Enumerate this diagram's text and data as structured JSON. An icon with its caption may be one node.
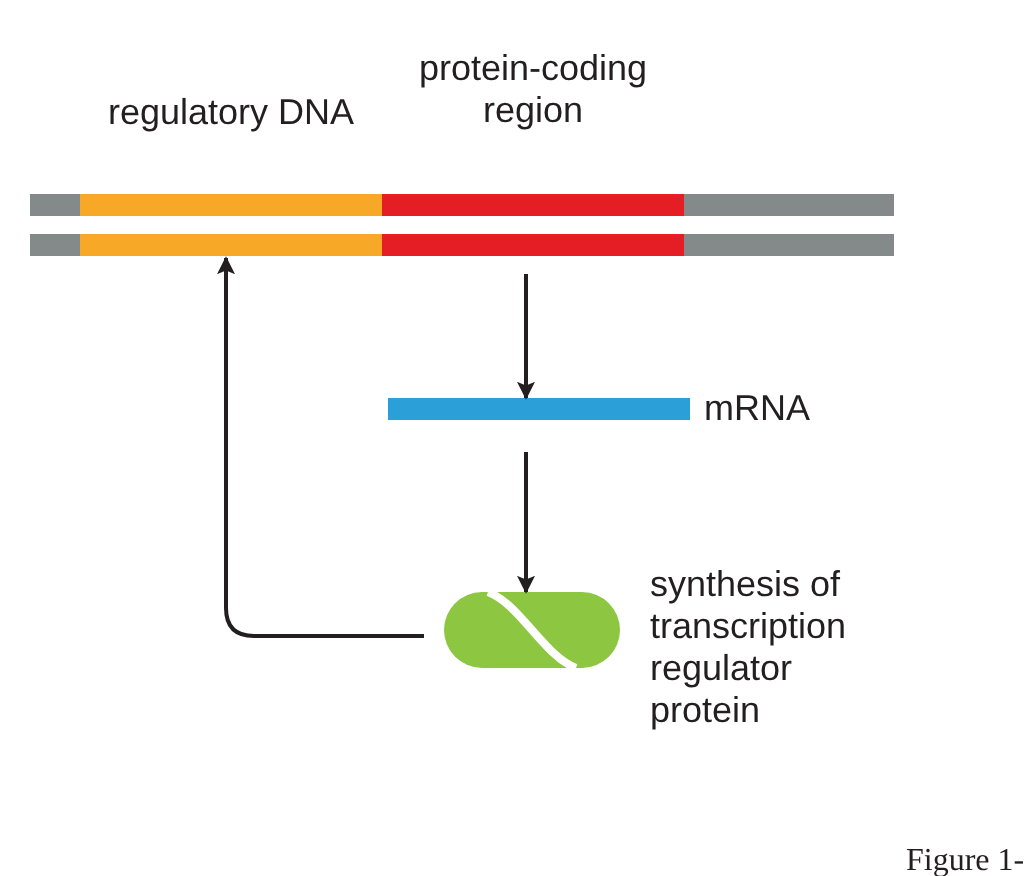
{
  "diagram": {
    "nodes": [
      {
        "text": [
          "regulatory DNA"
        ]
      },
      {
        "text": [
          "protein-coding region"
        ]
      },
      {
        "text": [
          "mRNA"
        ]
      },
      {
        "text": [
          "synthesis of transcription regulator protein"
        ]
      }
    ],
    "edges": [
      {
        "from": 1,
        "to": 2,
        "arrow": "to"
      },
      {
        "from": 2,
        "to": 3,
        "arrow": "to"
      },
      {
        "from": 3,
        "to": 0,
        "arrow": "to"
      }
    ],
    "labels": [
      "Figure 1-"
    ]
  }
}
